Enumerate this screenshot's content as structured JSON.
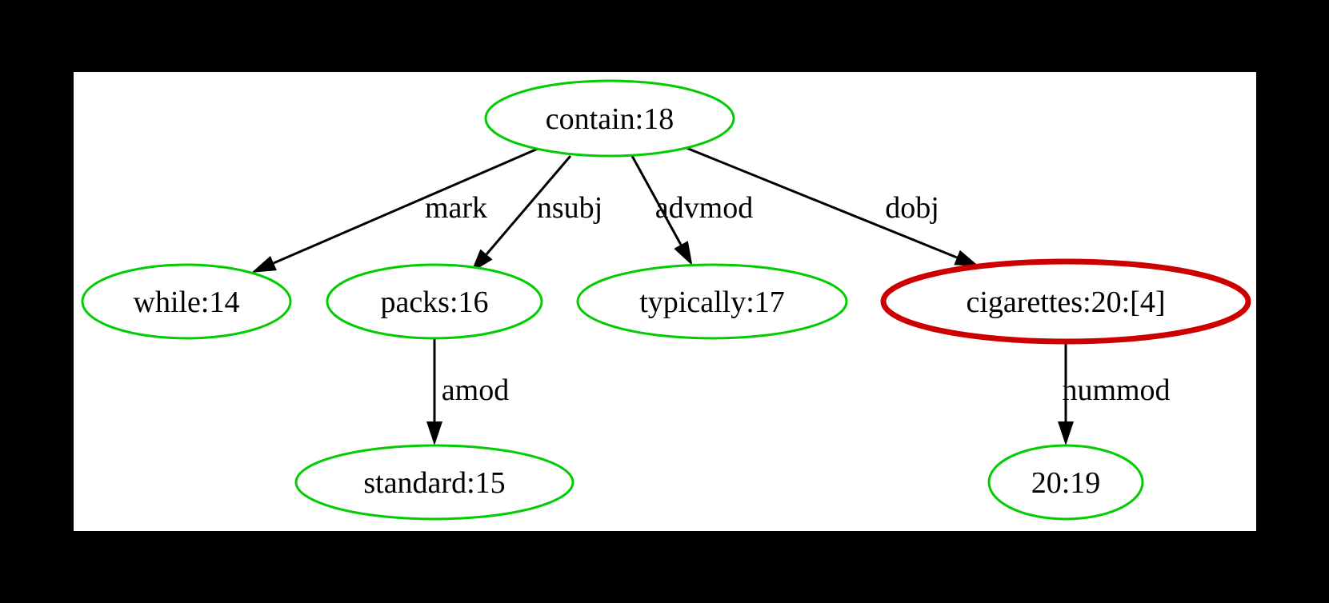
{
  "diagram": {
    "type": "dependency-parse-tree",
    "colors": {
      "page_background": "#000000",
      "canvas": "#ffffff",
      "node_border": "#00cc00",
      "highlight_border": "#cc0000",
      "edge": "#000000",
      "text": "#000000"
    },
    "nodes": [
      {
        "id": "contain-18",
        "label": "contain:18",
        "highlighted": false
      },
      {
        "id": "while-14",
        "label": "while:14",
        "highlighted": false
      },
      {
        "id": "packs-16",
        "label": "packs:16",
        "highlighted": false
      },
      {
        "id": "typically-17",
        "label": "typically:17",
        "highlighted": false
      },
      {
        "id": "cigarettes-20",
        "label": "cigarettes:20:[4]",
        "highlighted": true
      },
      {
        "id": "standard-15",
        "label": "standard:15",
        "highlighted": false
      },
      {
        "id": "20-19",
        "label": "20:19",
        "highlighted": false
      }
    ],
    "edges": [
      {
        "from": "contain:18",
        "to": "while:14",
        "label": "mark"
      },
      {
        "from": "contain:18",
        "to": "packs:16",
        "label": "nsubj"
      },
      {
        "from": "contain:18",
        "to": "typically:17",
        "label": "advmod"
      },
      {
        "from": "contain:18",
        "to": "cigarettes:20:[4]",
        "label": "dobj"
      },
      {
        "from": "packs:16",
        "to": "standard:15",
        "label": "amod"
      },
      {
        "from": "cigarettes:20:[4]",
        "to": "20:19",
        "label": "nummod"
      }
    ]
  }
}
